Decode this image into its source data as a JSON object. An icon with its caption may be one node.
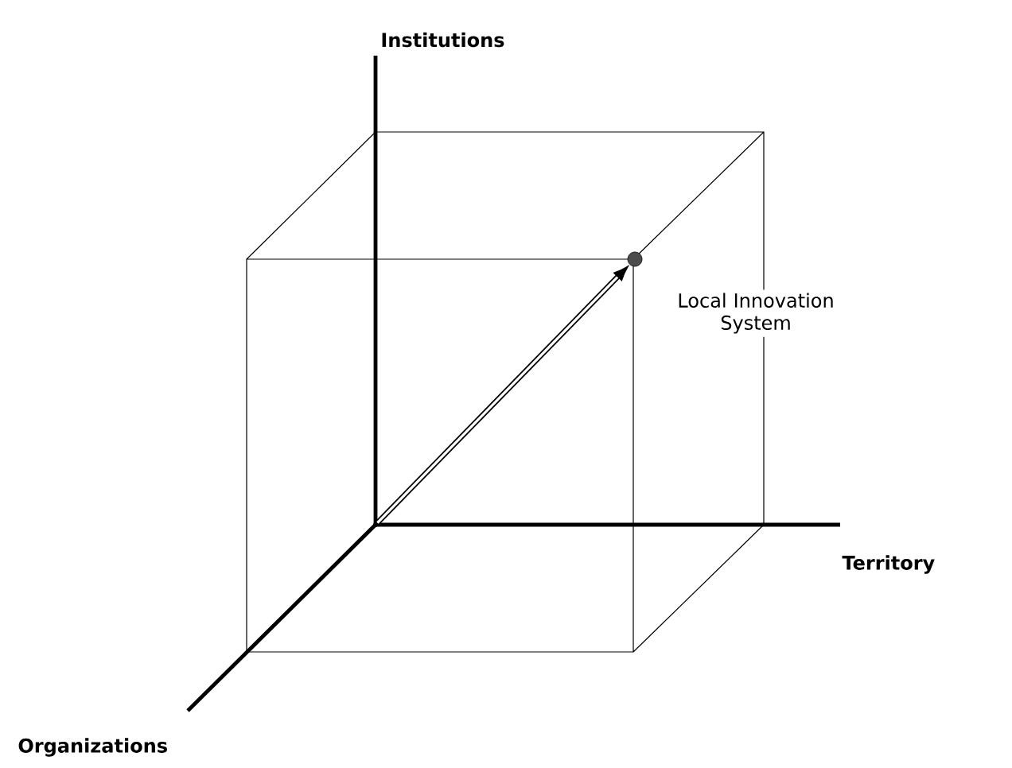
{
  "diagram": {
    "nodes": [
      {
        "text": [],
        "shape": "circle",
        "beside": [
          "Local Innovation System"
        ]
      },
      {
        "text": [],
        "shape": "point"
      }
    ],
    "edges": [
      {
        "from": 1,
        "to": 0,
        "arrow": "to"
      }
    ],
    "labels": [
      "Institutions",
      "Territory",
      "Organizations"
    ]
  }
}
